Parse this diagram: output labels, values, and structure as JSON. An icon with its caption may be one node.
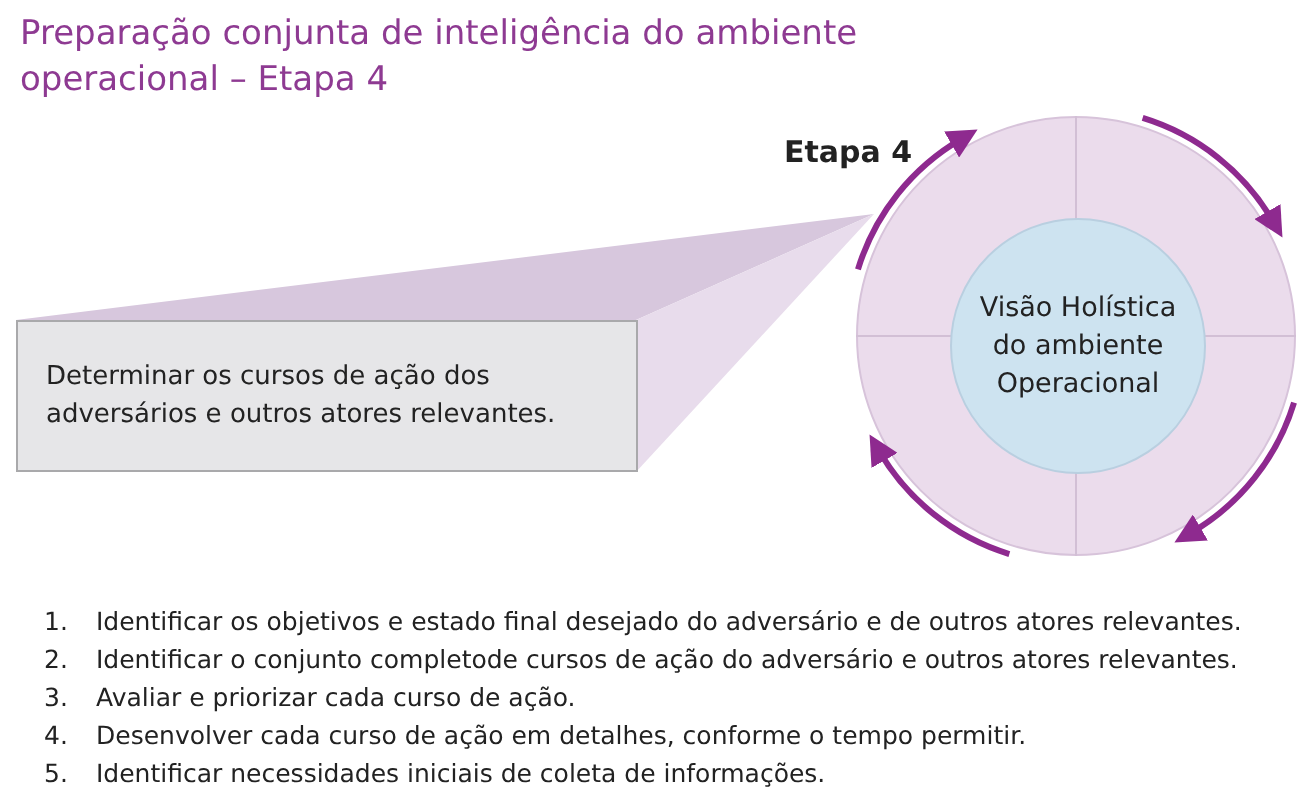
{
  "diagram": {
    "title": "Preparação conjunta de inteligência do ambiente operacional – Etapa 4",
    "nodes": [
      {
        "text": [],
        "shape": "circle"
      },
      {
        "text": [
          "Visão Holística do ambiente Operacional"
        ],
        "in": 0
      },
      {
        "text": [
          "Determinar os cursos de ação dos adversários e outros atores relevantes."
        ]
      }
    ],
    "edges": [],
    "labels": [
      "Etapa 4",
      "1.",
      "Identificar os objetivos e estado final desejado do adversário e de outros atores relevantes.",
      "2.",
      "Identificar o conjunto completode cursos de ação do adversário e outros atores relevantes.",
      "3.",
      "Avaliar e priorizar cada curso de ação.",
      "4.",
      "Desenvolver cada curso de ação em detalhes, conforme o tempo permitir.",
      "5.",
      "Identificar necessidades iniciais de coleta de informações."
    ]
  }
}
